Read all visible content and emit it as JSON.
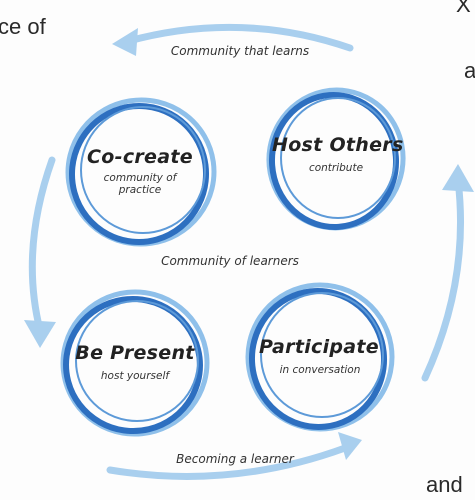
{
  "fragments": {
    "top_left": "ce of",
    "top_right_a": "X",
    "right_a": "a",
    "bottom_right": "and"
  },
  "arrows": {
    "top": "Community that learns",
    "middle": "Community of learners",
    "bottom": "Becoming a learner"
  },
  "circles": [
    {
      "title": "Co-create",
      "subtitle": "community of practice"
    },
    {
      "title": "Host Others",
      "subtitle": "contribute"
    },
    {
      "title": "Be Present",
      "subtitle": "host yourself"
    },
    {
      "title": "Participate",
      "subtitle": "in conversation"
    }
  ],
  "colors": {
    "ring_dark": "#2d6fc0",
    "ring_light": "#8fc0ea",
    "arrow": "#a9cfee"
  }
}
